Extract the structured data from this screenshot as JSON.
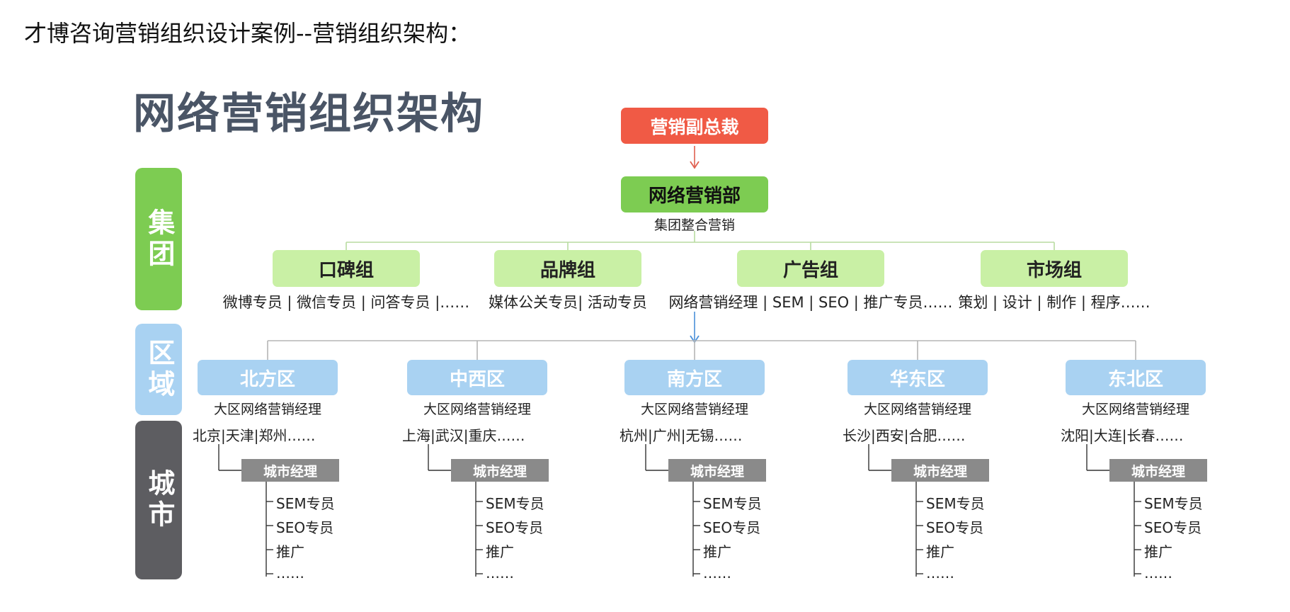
{
  "heading": "才博咨询营销组织设计案例--营销组织架构：",
  "title": "网络营销组织架构",
  "tiers": {
    "group": "集团",
    "region": "区域",
    "city": "城市"
  },
  "vp": "营销副总裁",
  "dept": {
    "name": "网络营销部",
    "subtitle": "集团整合营销"
  },
  "teams": [
    {
      "name": "口碑组",
      "members": "微博专员 | 微信专员 | 问答专员 |……"
    },
    {
      "name": "品牌组",
      "members": "媒体公关专员| 活动专员"
    },
    {
      "name": "广告组",
      "members": "网络营销经理 | SEM | SEO | 推广专员……"
    },
    {
      "name": "市场组",
      "members": "策划 | 设计 | 制作 | 程序……"
    }
  ],
  "regions": [
    {
      "name": "北方区",
      "manager_label": "大区网络营销经理",
      "cities": "北京|天津|郑州……",
      "city_manager": "城市经理",
      "roles": [
        "SEM专员",
        "SEO专员",
        "推广",
        "……"
      ]
    },
    {
      "name": "中西区",
      "manager_label": "大区网络营销经理",
      "cities": "上海|武汉|重庆……",
      "city_manager": "城市经理",
      "roles": [
        "SEM专员",
        "SEO专员",
        "推广",
        "……"
      ]
    },
    {
      "name": "南方区",
      "manager_label": "大区网络营销经理",
      "cities": "杭州|广州|无锡……",
      "city_manager": "城市经理",
      "roles": [
        "SEM专员",
        "SEO专员",
        "推广",
        "……"
      ]
    },
    {
      "name": "华东区",
      "manager_label": "大区网络营销经理",
      "cities": "长沙|西安|合肥……",
      "city_manager": "城市经理",
      "roles": [
        "SEM专员",
        "SEO专员",
        "推广",
        "……"
      ]
    },
    {
      "name": "东北区",
      "manager_label": "大区网络营销经理",
      "cities": "沈阳|大连|长春……",
      "city_manager": "城市经理",
      "roles": [
        "SEM专员",
        "SEO专员",
        "推广",
        "……"
      ]
    }
  ],
  "colors": {
    "vp": "#f05a45",
    "group_green": "#7dcc52",
    "team_green": "#c9f0a5",
    "region_blue": "#a9d2f2",
    "city_gray": "#5d5d61",
    "manager_gray": "#8a8a8a",
    "arrow_red": "#e06050",
    "arrow_blue": "#4a90d9"
  }
}
